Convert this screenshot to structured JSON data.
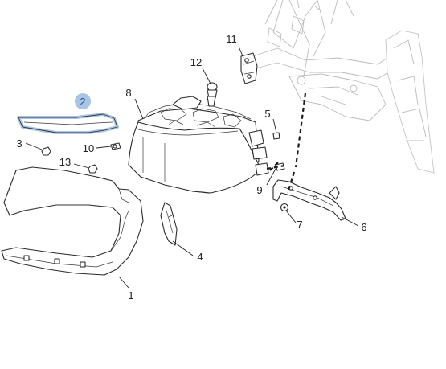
{
  "diagram": {
    "highlight_color": "#a8c4e6",
    "callouts": [
      {
        "id": "1",
        "label": "1"
      },
      {
        "id": "2",
        "label": "2",
        "highlighted": true
      },
      {
        "id": "3",
        "label": "3"
      },
      {
        "id": "4",
        "label": "4"
      },
      {
        "id": "5",
        "label": "5"
      },
      {
        "id": "6",
        "label": "6"
      },
      {
        "id": "7",
        "label": "7"
      },
      {
        "id": "8",
        "label": "8"
      },
      {
        "id": "9",
        "label": "9"
      },
      {
        "id": "10",
        "label": "10"
      },
      {
        "id": "11",
        "label": "11"
      },
      {
        "id": "12",
        "label": "12"
      },
      {
        "id": "13",
        "label": "13"
      }
    ]
  }
}
